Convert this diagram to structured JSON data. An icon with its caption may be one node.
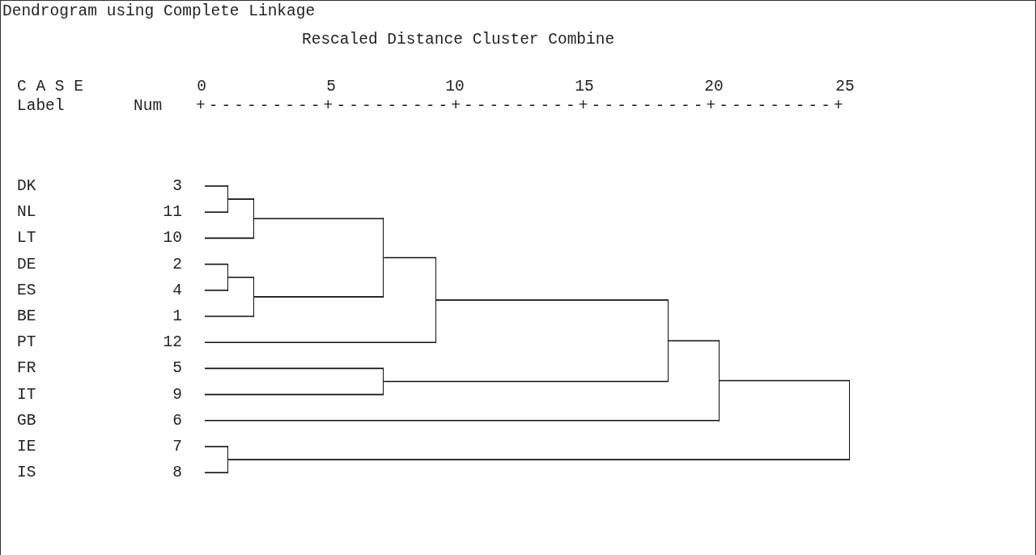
{
  "diagram": {
    "title": "Dendrogram using Complete Linkage",
    "nodes": [
      {
        "text": [
          "DK",
          "3"
        ]
      },
      {
        "text": [
          "NL",
          "11"
        ]
      },
      {
        "text": [
          "LT",
          "10"
        ]
      },
      {
        "text": [
          "DE",
          "2"
        ]
      },
      {
        "text": [
          "ES",
          "4"
        ]
      },
      {
        "text": [
          "BE",
          "1"
        ]
      },
      {
        "text": [
          "PT",
          "12"
        ]
      },
      {
        "text": [
          "FR",
          "5"
        ]
      },
      {
        "text": [
          "IT",
          "9"
        ]
      },
      {
        "text": [
          "GB",
          "6"
        ]
      },
      {
        "text": [
          "IE",
          "7"
        ]
      },
      {
        "text": [
          "IS",
          "8"
        ]
      },
      {
        "text": [],
        "shape": "bar"
      },
      {
        "text": [],
        "shape": "bar"
      },
      {
        "text": [],
        "shape": "bar"
      },
      {
        "text": [],
        "shape": "bar"
      },
      {
        "text": [],
        "shape": "bar"
      },
      {
        "text": [],
        "shape": "bar"
      },
      {
        "text": [],
        "shape": "bar"
      },
      {
        "text": [],
        "shape": "bar"
      },
      {
        "text": [],
        "shape": "bar"
      },
      {
        "text": [],
        "shape": "bar"
      },
      {
        "text": [],
        "shape": "bar"
      }
    ],
    "edges": [
      {
        "from": 0,
        "to": 12,
        "arrow": "none"
      },
      {
        "from": 1,
        "to": 12,
        "arrow": "none"
      },
      {
        "from": 12,
        "to": 13,
        "arrow": "none"
      },
      {
        "from": 2,
        "to": 13,
        "arrow": "none"
      },
      {
        "from": 3,
        "to": 14,
        "arrow": "none"
      },
      {
        "from": 4,
        "to": 14,
        "arrow": "none"
      },
      {
        "from": 14,
        "to": 15,
        "arrow": "none"
      },
      {
        "from": 5,
        "to": 15,
        "arrow": "none"
      },
      {
        "from": 13,
        "to": 16,
        "arrow": "none"
      },
      {
        "from": 15,
        "to": 16,
        "arrow": "none"
      },
      {
        "from": 16,
        "to": 17,
        "arrow": "none"
      },
      {
        "from": 6,
        "to": 17,
        "arrow": "none"
      },
      {
        "from": 7,
        "to": 18,
        "arrow": "none"
      },
      {
        "from": 8,
        "to": 18,
        "arrow": "none"
      },
      {
        "from": 17,
        "to": 19,
        "arrow": "none"
      },
      {
        "from": 18,
        "to": 19,
        "arrow": "none"
      },
      {
        "from": 19,
        "to": 20,
        "arrow": "none"
      },
      {
        "from": 9,
        "to": 20,
        "arrow": "none"
      },
      {
        "from": 10,
        "to": 21,
        "arrow": "none"
      },
      {
        "from": 11,
        "to": 21,
        "arrow": "none"
      },
      {
        "from": 20,
        "to": 22,
        "arrow": "none"
      },
      {
        "from": 21,
        "to": 22,
        "arrow": "none"
      }
    ],
    "labels": [
      "Rescaled Distance Cluster Combine",
      "C A S E",
      "0",
      "5",
      "10",
      "15",
      "20",
      "25",
      "Label",
      "Num",
      "+---------+---------+---------+---------+---------+"
    ]
  }
}
